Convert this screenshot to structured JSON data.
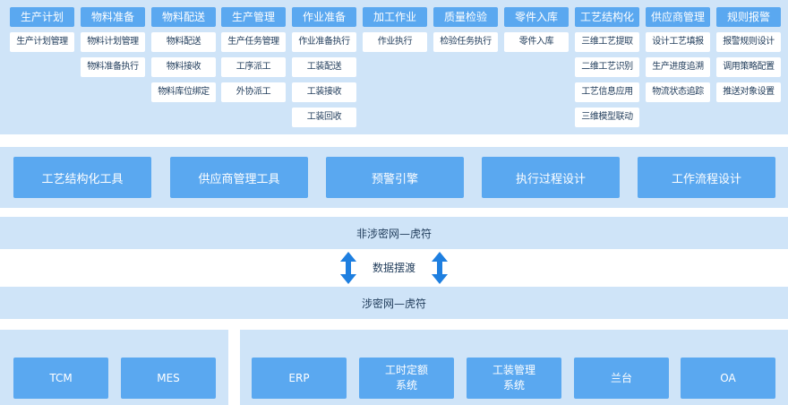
{
  "modules": [
    {
      "title": "生产计划",
      "items": [
        "生产计划管理"
      ]
    },
    {
      "title": "物料准备",
      "items": [
        "物料计划管理",
        "物料准备执行"
      ]
    },
    {
      "title": "物料配送",
      "items": [
        "物料配送",
        "物料接收",
        "物料库位绑定"
      ]
    },
    {
      "title": "生产管理",
      "items": [
        "生产任务管理",
        "工序派工",
        "外协派工"
      ]
    },
    {
      "title": "作业准备",
      "items": [
        "作业准备执行",
        "工装配送",
        "工装接收",
        "工装回收"
      ]
    },
    {
      "title": "加工作业",
      "items": [
        "作业执行"
      ]
    },
    {
      "title": "质量检验",
      "items": [
        "检验任务执行"
      ]
    },
    {
      "title": "零件入库",
      "items": [
        "零件入库"
      ]
    },
    {
      "title": "工艺结构化",
      "items": [
        "三维工艺提取",
        "二维工艺识别",
        "工艺信息应用",
        "三维模型联动"
      ]
    },
    {
      "title": "供应商管理",
      "items": [
        "设计工艺填报",
        "生产进度追溯",
        "物流状态追踪"
      ]
    },
    {
      "title": "规则报警",
      "items": [
        "报警规则设计",
        "调用策略配置",
        "推送对象设置"
      ]
    }
  ],
  "tools": [
    "工艺结构化工具",
    "供应商管理工具",
    "预警引擎",
    "执行过程设计",
    "工作流程设计"
  ],
  "network": {
    "upper": "非涉密网—虎符",
    "exchange": "数据摆渡",
    "lower": "涉密网—虎符"
  },
  "systems_left": [
    "TCM",
    "MES"
  ],
  "systems_right": [
    "ERP",
    "工时定额\n系统",
    "工装管理\n系统",
    "兰台",
    "OA"
  ],
  "colors": {
    "accent": "#5aa8f0",
    "band": "#cfe4f8",
    "arrow": "#1e7fe0"
  }
}
